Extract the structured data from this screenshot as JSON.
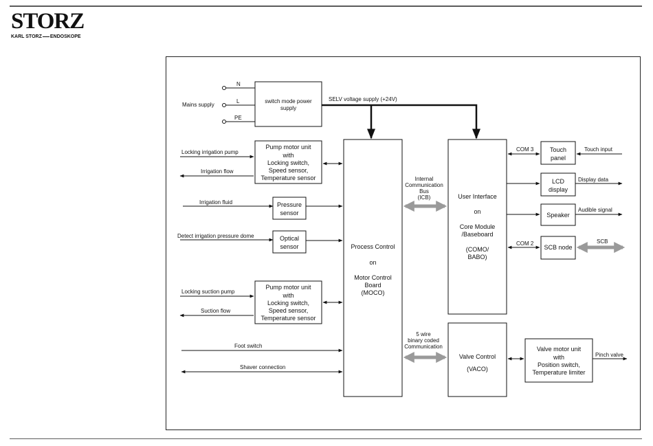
{
  "header": {
    "logo_word": "STORZ",
    "logo_sub_left": "KARL STORZ",
    "logo_sub_right": "ENDOSKOPE"
  },
  "diagram": {
    "mains": {
      "label": "Mains supply",
      "n": "N",
      "l": "L",
      "pe": "PE"
    },
    "psu": [
      "switch mode power",
      "supply"
    ],
    "selv": "SELV voltage supply (+24V)",
    "pump1": [
      "Pump motor unit",
      "with",
      "Locking switch,",
      "Speed sensor,",
      "Temperature sensor"
    ],
    "locking_irrigation_pump": "Locking irrigation pump",
    "irrigation_flow": "Irrigation flow",
    "irrigation_fluid": "Irrigation fluid",
    "pressure_sensor": [
      "Pressure",
      "sensor"
    ],
    "detect_dome": "Detect irrigation pressure dome",
    "optical_sensor": [
      "Optical",
      "sensor"
    ],
    "pump2": [
      "Pump motor unit",
      "with",
      "Locking switch,",
      "Speed sensor,",
      "Temperature sensor"
    ],
    "locking_suction_pump": "Locking suction pump",
    "suction_flow": "Suction flow",
    "foot_switch": "Foot switch",
    "shaver_connection": "Shaver connection",
    "moco": [
      "Process Control",
      "on",
      "Motor Control",
      "Board",
      "(MOCO)"
    ],
    "icb": [
      "Internal",
      "Communication",
      "Bus",
      "(ICB)"
    ],
    "wire5": [
      "5 wire",
      "binary coded",
      "Communication"
    ],
    "ui": [
      "User Interface",
      "on",
      "Core Module",
      "/Baseboard",
      "(COMO/",
      "BABO)"
    ],
    "vaco": [
      "Valve Control",
      "(VACO)"
    ],
    "com3": "COM 3",
    "com2": "COM 2",
    "touch_panel": [
      "Touch",
      "panel"
    ],
    "touch_input": "Touch input",
    "lcd": [
      "LCD",
      "display"
    ],
    "display_data": "Display data",
    "speaker": "Speaker",
    "audible_signal": "Audible signal",
    "scb_node": "SCB node",
    "scb": "SCB",
    "valve_motor": [
      "Valve motor unit",
      "with",
      "Position switch,",
      "Temperature limiter"
    ],
    "pinch_valve": "Pinch valve"
  }
}
